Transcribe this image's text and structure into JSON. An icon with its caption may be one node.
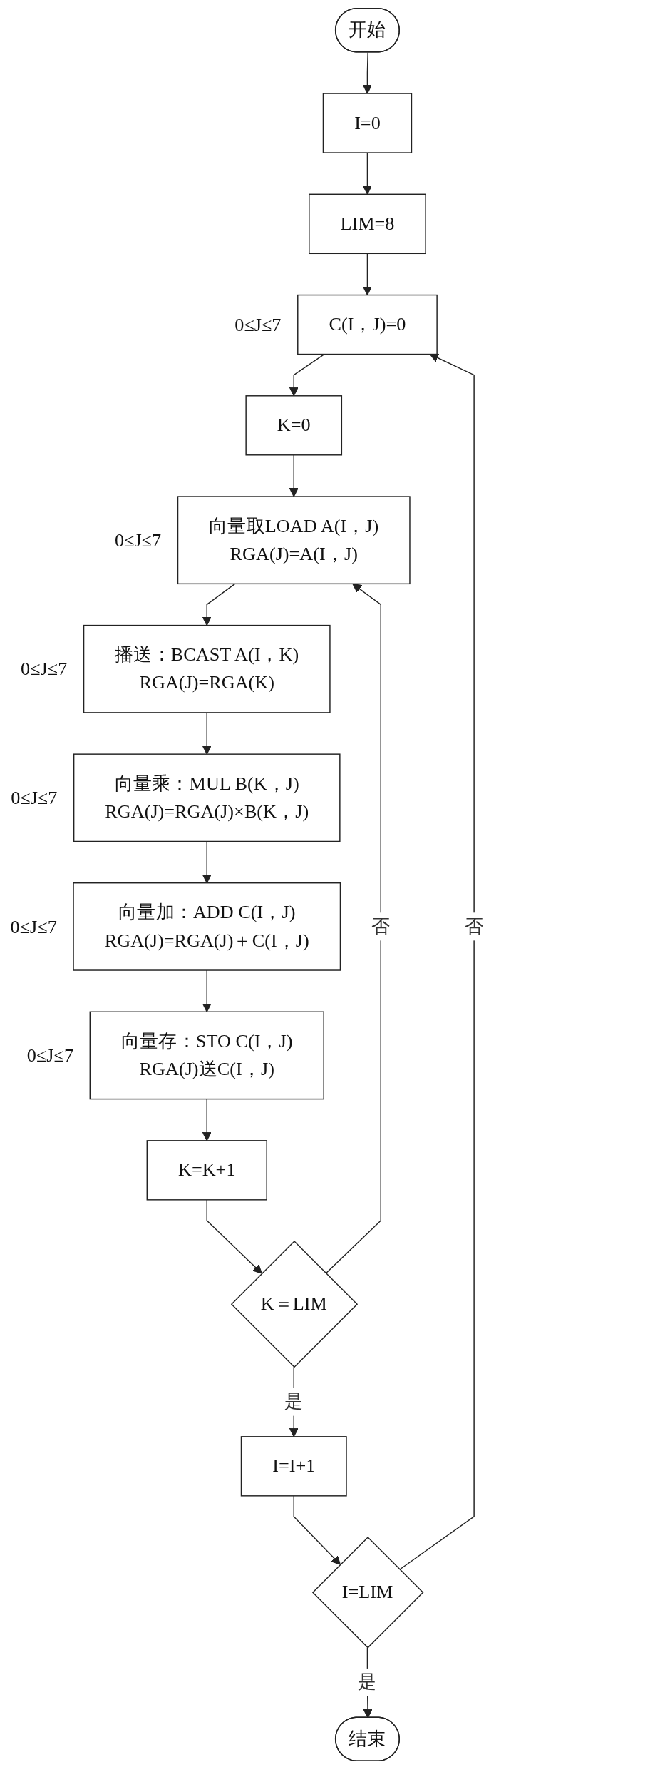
{
  "diagram": {
    "nodes": [
      {
        "text": [
          "开始"
        ]
      },
      {
        "text": [
          "I=0"
        ]
      },
      {
        "text": [
          "LIM=8"
        ]
      },
      {
        "text": [
          "C(I，J)=0"
        ],
        "beside": [
          "0≤J≤7"
        ]
      },
      {
        "text": [
          "K=0"
        ]
      },
      {
        "text": [
          "向量取LOAD A(I，J)",
          "RGA(J)=A(I，J)"
        ],
        "beside": [
          "0≤J≤7"
        ]
      },
      {
        "text": [
          "播送：BCAST A(I，K)",
          "RGA(J)=RGA(K)"
        ],
        "beside": [
          "0≤J≤7"
        ]
      },
      {
        "text": [
          "向量乘：MUL B(K，J)",
          "RGA(J)=RGA(J)×B(K，J)"
        ],
        "beside": [
          "0≤J≤7"
        ]
      },
      {
        "text": [
          "向量加：ADD C(I，J)",
          "RGA(J)=RGA(J)＋C(I，J)"
        ],
        "beside": [
          "0≤J≤7"
        ]
      },
      {
        "text": [
          "向量存：STO C(I，J)",
          "RGA(J)送C(I，J)"
        ],
        "beside": [
          "0≤J≤7"
        ]
      },
      {
        "text": [
          "K=K+1"
        ]
      },
      {
        "text": [
          "K＝LIM"
        ]
      },
      {
        "text": [
          "I=I+1"
        ]
      },
      {
        "text": [
          "I=LIM"
        ]
      },
      {
        "text": [
          "结束"
        ]
      }
    ],
    "edges": [
      {
        "from": 0,
        "to": 1,
        "arrow": "to"
      },
      {
        "from": 1,
        "to": 2,
        "arrow": "to"
      },
      {
        "from": 2,
        "to": 3,
        "arrow": "to"
      },
      {
        "from": 3,
        "to": 4,
        "arrow": "to"
      },
      {
        "from": 4,
        "to": 5,
        "arrow": "to"
      },
      {
        "from": 5,
        "to": 6,
        "arrow": "to"
      },
      {
        "from": 6,
        "to": 7,
        "arrow": "to"
      },
      {
        "from": 7,
        "to": 8,
        "arrow": "to"
      },
      {
        "from": 8,
        "to": 9,
        "arrow": "to"
      },
      {
        "from": 9,
        "to": 10,
        "arrow": "to"
      },
      {
        "from": 10,
        "to": 11,
        "arrow": "to"
      },
      {
        "from": 11,
        "to": 5,
        "label": "否",
        "arrow": "to"
      },
      {
        "from": 11,
        "to": 12,
        "label": "是",
        "arrow": "to"
      },
      {
        "from": 12,
        "to": 13,
        "arrow": "to"
      },
      {
        "from": 13,
        "to": 3,
        "label": "否",
        "arrow": "to"
      },
      {
        "from": 13,
        "to": 14,
        "label": "是",
        "arrow": "to"
      }
    ]
  }
}
